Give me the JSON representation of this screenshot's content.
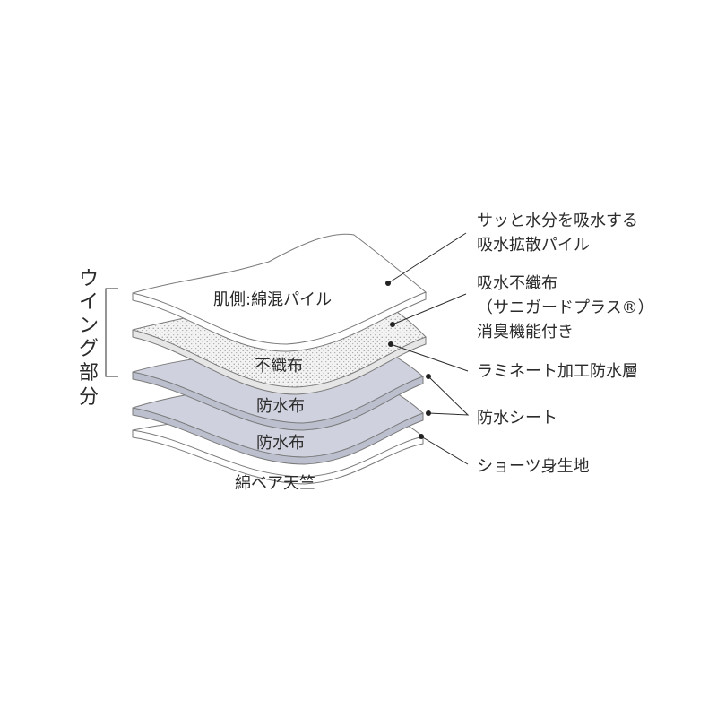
{
  "colors": {
    "sheet_white": "#ffffff",
    "sheet_stroke": "#7a7a7a",
    "waterproof_fill": "#cfd2de",
    "nonwoven_fill": "#f1f1f1",
    "nonwoven_dots": "#9a9a9a",
    "text": "#2b2b2b"
  },
  "bracket": {
    "label": [
      "ウ",
      "イ",
      "ン",
      "グ",
      "部",
      "分"
    ]
  },
  "layers": [
    {
      "id": "pile",
      "label": "肌側:綿混パイル",
      "fill": "white",
      "texture": "none"
    },
    {
      "id": "nonwoven",
      "label": "不織布",
      "fill": "nonwoven",
      "texture": "dots"
    },
    {
      "id": "waterproof-1",
      "label": "防水布",
      "fill": "waterproof",
      "texture": "none"
    },
    {
      "id": "waterproof-2",
      "label": "防水布",
      "fill": "waterproof",
      "texture": "none"
    },
    {
      "id": "bear-tenjiku",
      "label": "綿ベア天竺",
      "fill": "white",
      "texture": "none"
    }
  ],
  "callouts": [
    {
      "id": "pile-callout",
      "lines": [
        "サッと水分を吸水する",
        "吸水拡散パイル"
      ]
    },
    {
      "id": "nonwoven-callout",
      "lines": [
        "吸水不織布",
        "（サニガードプラス®）",
        "消臭機能付き"
      ]
    },
    {
      "id": "laminate-callout",
      "lines": [
        "ラミネート加工防水層"
      ]
    },
    {
      "id": "waterproof-callout",
      "lines": [
        "防水シート"
      ]
    },
    {
      "id": "shorts-callout",
      "lines": [
        "ショーツ身生地"
      ]
    }
  ]
}
